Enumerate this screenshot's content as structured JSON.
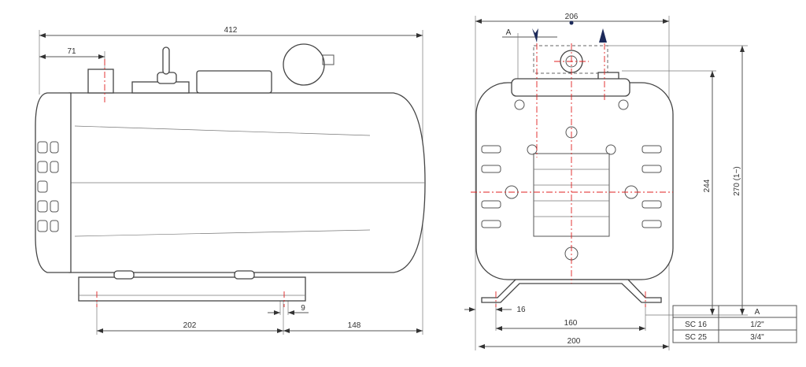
{
  "side_view": {
    "dim_total_length": "412",
    "dim_port_offset": "71",
    "dim_foot_span": "202",
    "dim_front_overhang": "148",
    "dim_foot_slot": "9"
  },
  "front_view": {
    "dim_width": "206",
    "port_label": "A",
    "dim_total_height": "270 (1~)",
    "dim_body_height": "244",
    "dim_foot_edge": "16",
    "dim_foot_holes": "160",
    "dim_base_width": "200"
  },
  "port_table": {
    "header": [
      "",
      "A"
    ],
    "rows": [
      {
        "model": "SC 16",
        "size": "1/2\""
      },
      {
        "model": "SC 25",
        "size": "3/4\""
      }
    ]
  },
  "colors": {
    "centerline": "#e02020",
    "arrow": "#1c2a5a",
    "line": "#444444"
  }
}
